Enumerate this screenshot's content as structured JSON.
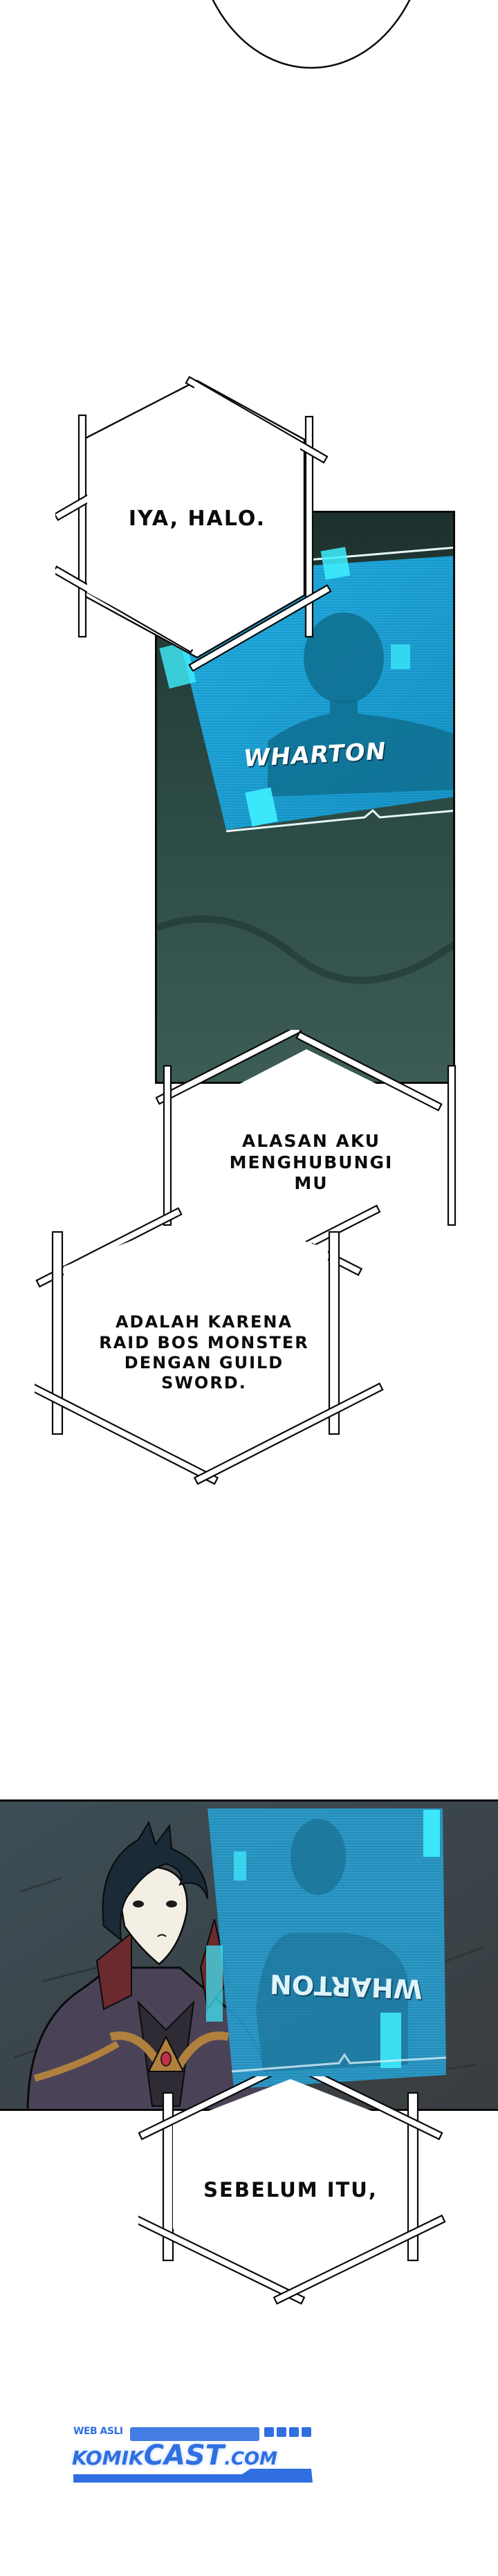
{
  "page": {
    "type": "webtoon-chapter-strip",
    "background": "#ffffff"
  },
  "bubbles": [
    {
      "id": "b1",
      "lines": [
        "IYA, HALO."
      ]
    },
    {
      "id": "b2",
      "lines": [
        "ALASAN AKU",
        "MENGHUBUNGI",
        "MU"
      ]
    },
    {
      "id": "b3",
      "lines": [
        "ADALAH KARENA",
        "RAID BOS MONSTER",
        "DENGAN GUILD",
        "SWORD."
      ]
    },
    {
      "id": "b4",
      "lines": [
        "SEBELUM ITU,"
      ]
    }
  ],
  "panels": [
    {
      "id": "panel-1",
      "description": "holographic contact card",
      "card_name": "WHARTON",
      "colors": {
        "bg": "#213a36",
        "card": "#1fa6d9",
        "silhouette": "#0f6e8f",
        "glow": "#3ff0ff"
      }
    },
    {
      "id": "panel-2",
      "description": "character facing mirrored holographic card",
      "card_name_mirrored": "WHARTON",
      "colors": {
        "bg": "#3b4447",
        "card": "#2aa6d8",
        "hair": "#1a2a36",
        "coat": "#4a4358",
        "trim": "#b0803e",
        "collar": "#6a2a2e",
        "gem": "#c0304a"
      }
    }
  ],
  "watermark": {
    "top_label": "WEB ASLI",
    "brand_left": "KOMIK",
    "brand_main": "CAST",
    "brand_suffix": ".COM",
    "color": "#2f6fe0"
  }
}
